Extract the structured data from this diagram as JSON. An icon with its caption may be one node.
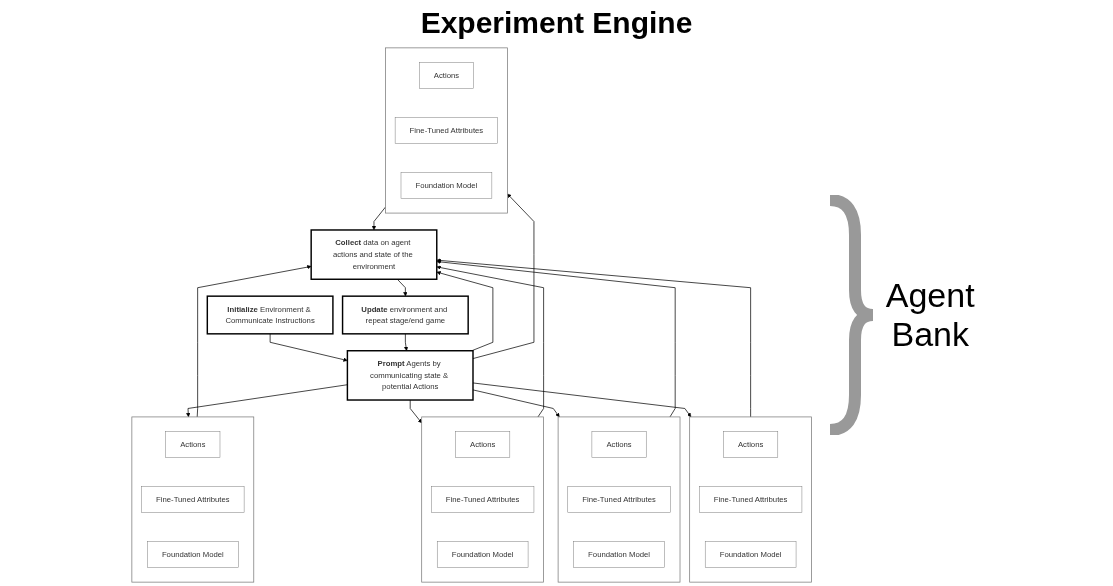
{
  "diagram": {
    "title": "Experiment Engine",
    "nodes": [
      {
        "text": [
          "**Initialize** Environment & Communicate Instructions"
        ]
      },
      {
        "text": [
          "**Prompt** Agents by communicating state & potential Actions"
        ]
      },
      {
        "text": [
          "**Collect** data on agent actions and state of the environment"
        ]
      },
      {
        "text": [
          "**Update** environment and repeat stage/end game"
        ]
      },
      {
        "text": [],
        "shape": "box"
      },
      {
        "text": [
          "Actions"
        ],
        "in": 4
      },
      {
        "text": [
          "Fine-Tuned Attributes"
        ],
        "in": 4
      },
      {
        "text": [
          "Foundation Model"
        ],
        "in": 4
      },
      {
        "text": [],
        "shape": "box"
      },
      {
        "text": [
          "Actions"
        ],
        "in": 8
      },
      {
        "text": [
          "Fine-Tuned Attributes"
        ],
        "in": 8
      },
      {
        "text": [
          "Foundation Model"
        ],
        "in": 8
      },
      {
        "text": [],
        "shape": "box"
      },
      {
        "text": [
          "Actions"
        ],
        "in": 12
      },
      {
        "text": [
          "Fine-Tuned Attributes"
        ],
        "in": 12
      },
      {
        "text": [
          "Foundation Model"
        ],
        "in": 12
      },
      {
        "text": [],
        "shape": "box"
      },
      {
        "text": [
          "Actions"
        ],
        "in": 16
      },
      {
        "text": [
          "Fine-Tuned Attributes"
        ],
        "in": 16
      },
      {
        "text": [
          "Foundation Model"
        ],
        "in": 16
      },
      {
        "text": [],
        "shape": "box"
      },
      {
        "text": [
          "Actions"
        ],
        "in": 20
      },
      {
        "text": [
          "Fine-Tuned Attributes"
        ],
        "in": 20
      },
      {
        "text": [
          "Foundation Model"
        ],
        "in": 20
      }
    ],
    "edges": [
      {
        "from": 0,
        "to": 1,
        "arrow": "to"
      },
      {
        "from": 1,
        "to": 2,
        "arrow": "to"
      },
      {
        "from": 2,
        "to": 3,
        "arrow": "to"
      },
      {
        "from": 3,
        "to": 1,
        "arrow": "to"
      },
      {
        "from": 1,
        "to": 4,
        "arrow": "to"
      },
      {
        "from": 4,
        "to": 2,
        "arrow": "to"
      },
      {
        "from": 1,
        "to": 8,
        "arrow": "to"
      },
      {
        "from": 8,
        "to": 2,
        "arrow": "to"
      },
      {
        "from": 1,
        "to": 12,
        "arrow": "to"
      },
      {
        "from": 12,
        "to": 2,
        "arrow": "to"
      },
      {
        "from": 1,
        "to": 16,
        "arrow": "to"
      },
      {
        "from": 16,
        "to": 2,
        "arrow": "to"
      },
      {
        "from": 1,
        "to": 20,
        "arrow": "to"
      },
      {
        "from": 20,
        "to": 2,
        "arrow": "to"
      }
    ],
    "labels": [
      "Agent Bank"
    ]
  }
}
